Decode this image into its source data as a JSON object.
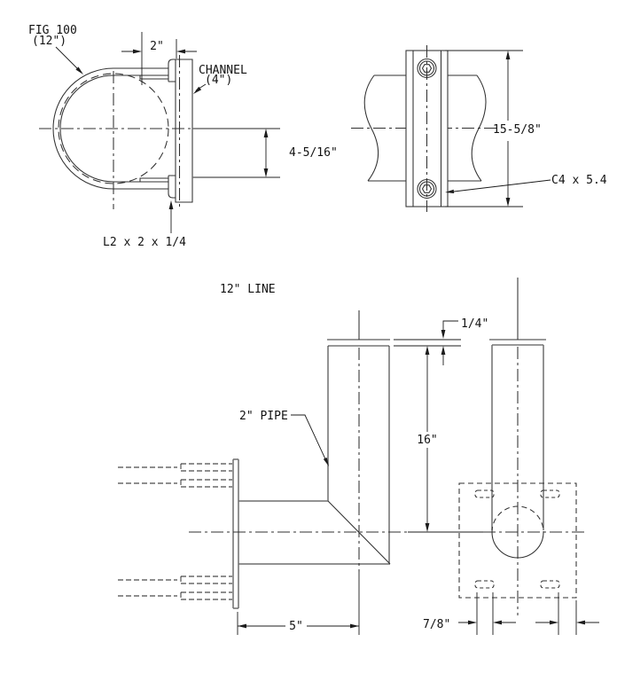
{
  "drawing": "pipe support detail",
  "colors": {
    "bg": "#ffffff",
    "line": "#303030",
    "soft": "#6e6e6e",
    "dim": "#1c1c1c",
    "text": "#121212"
  },
  "labels": {
    "fig": "FIG 100",
    "fig_size": "(12\")",
    "channel": "CHANNEL",
    "channel_size": "(4\")",
    "angle": "L2 x 2 x 1/4",
    "dim_clip_width": "2\"",
    "dim_gap": "4-5/16\"",
    "dim_channel_length": "15-5/8\"",
    "channel_section": "C4 x 5.4",
    "line": "12\" LINE",
    "pipe": "2\" PIPE",
    "dim_plate_thickness": "1/4\"",
    "dim_riser_height": "16\"",
    "dim_offset": "5\"",
    "dim_slot": "7/8\""
  }
}
